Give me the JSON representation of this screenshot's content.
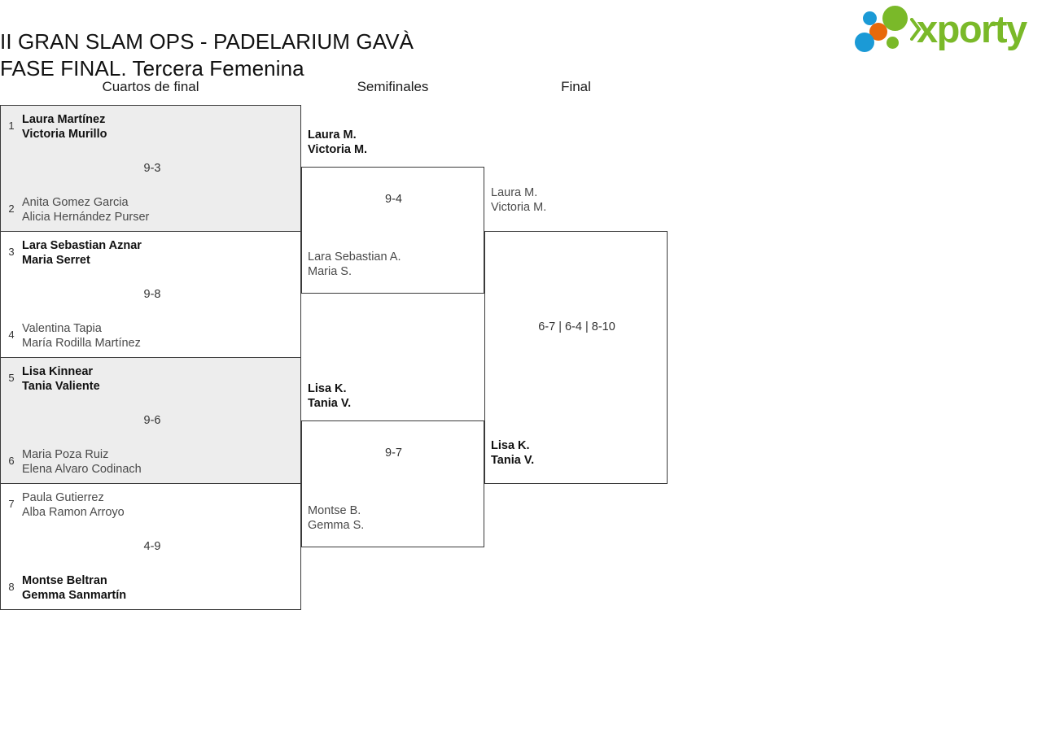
{
  "header": {
    "title_line1": "II GRAN SLAM OPS - PADELARIUM GAVÀ",
    "title_line2": "FASE FINAL. Tercera Femenina",
    "logo_text": "xporty",
    "logo_colors": {
      "green": "#7ab929",
      "blue": "#1b9ad6",
      "orange": "#e8690b"
    }
  },
  "rounds": [
    {
      "key": "qf",
      "label": "Cuartos de final"
    },
    {
      "key": "sf",
      "label": "Semifinales"
    },
    {
      "key": "f",
      "label": "Final"
    }
  ],
  "bracket": {
    "quarterfinals": [
      {
        "seed_a": "1",
        "a_p1": "Laura Martínez",
        "a_p2": "Victoria Murillo",
        "seed_b": "2",
        "b_p1": "Anita Gomez Garcia",
        "b_p2": "Alicia Hernández Purser",
        "score": "9-3",
        "winner": "a",
        "shaded": true
      },
      {
        "seed_a": "3",
        "a_p1": "Lara Sebastian Aznar",
        "a_p2": "Maria Serret",
        "seed_b": "4",
        "b_p1": "Valentina Tapia",
        "b_p2": "María Rodilla Martínez",
        "score": "9-8",
        "winner": "a",
        "shaded": false
      },
      {
        "seed_a": "5",
        "a_p1": "Lisa Kinnear",
        "a_p2": "Tania Valiente",
        "seed_b": "6",
        "b_p1": "Maria Poza Ruiz",
        "b_p2": "Elena Alvaro Codinach",
        "score": "9-6",
        "winner": "a",
        "shaded": true
      },
      {
        "seed_a": "7",
        "a_p1": "Paula Gutierrez",
        "a_p2": "Alba Ramon Arroyo",
        "seed_b": "8",
        "b_p1": "Montse Beltran",
        "b_p2": "Gemma Sanmartín",
        "score": "4-9",
        "winner": "b",
        "shaded": false
      }
    ],
    "semifinals": [
      {
        "a_p1": "Laura M.",
        "a_p2": "Victoria M.",
        "b_p1": "Lara Sebastian A.",
        "b_p2": "Maria S.",
        "score": "9-4",
        "winner": "a"
      },
      {
        "a_p1": "Lisa K.",
        "a_p2": "Tania V.",
        "b_p1": "Montse B.",
        "b_p2": "Gemma S.",
        "score": "9-7",
        "winner": "a"
      }
    ],
    "final": {
      "a_p1": "Laura M.",
      "a_p2": "Victoria M.",
      "b_p1": "Lisa K.",
      "b_p2": "Tania V.",
      "score": "6-7 | 6-4 | 8-10",
      "winner": "b"
    }
  }
}
